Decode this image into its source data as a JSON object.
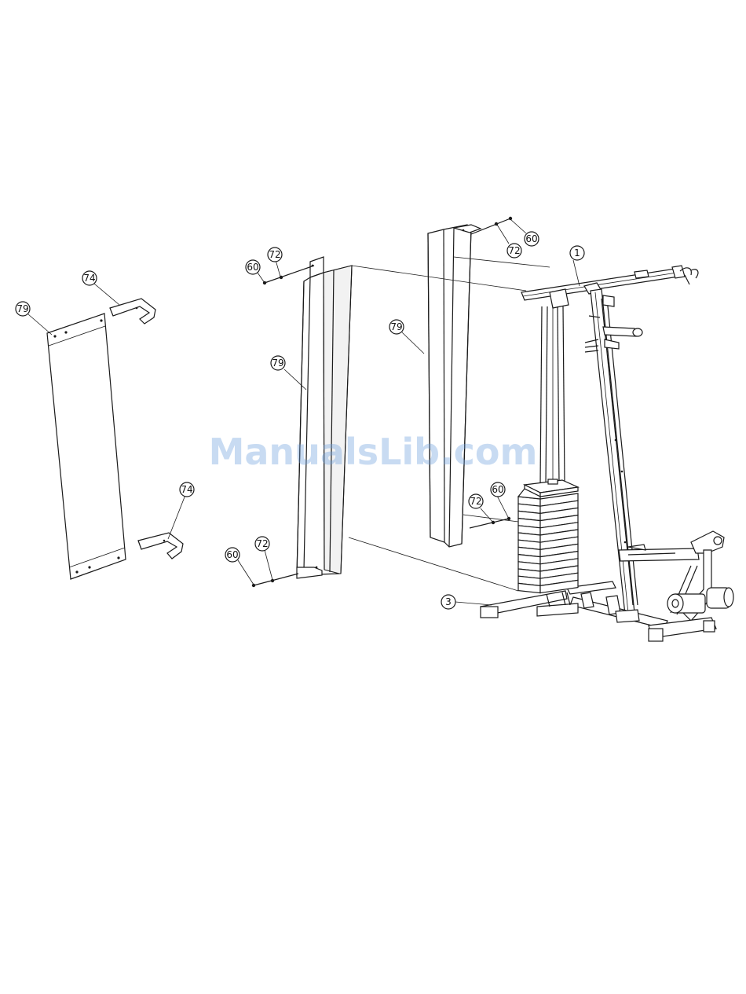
{
  "callouts": [
    {
      "id": "c79a",
      "label": "79"
    },
    {
      "id": "c74a",
      "label": "74"
    },
    {
      "id": "c74b",
      "label": "74"
    },
    {
      "id": "c60a",
      "label": "60"
    },
    {
      "id": "c72a",
      "label": "72"
    },
    {
      "id": "c79b",
      "label": "79"
    },
    {
      "id": "c60b",
      "label": "60"
    },
    {
      "id": "c72b",
      "label": "72"
    },
    {
      "id": "c79c",
      "label": "79"
    },
    {
      "id": "c60c",
      "label": "60"
    },
    {
      "id": "c72c",
      "label": "72"
    },
    {
      "id": "c1",
      "label": "1"
    },
    {
      "id": "c72d",
      "label": "72"
    },
    {
      "id": "c60d",
      "label": "60"
    },
    {
      "id": "c3",
      "label": "3"
    }
  ],
  "watermark": "ManualsLib.com"
}
